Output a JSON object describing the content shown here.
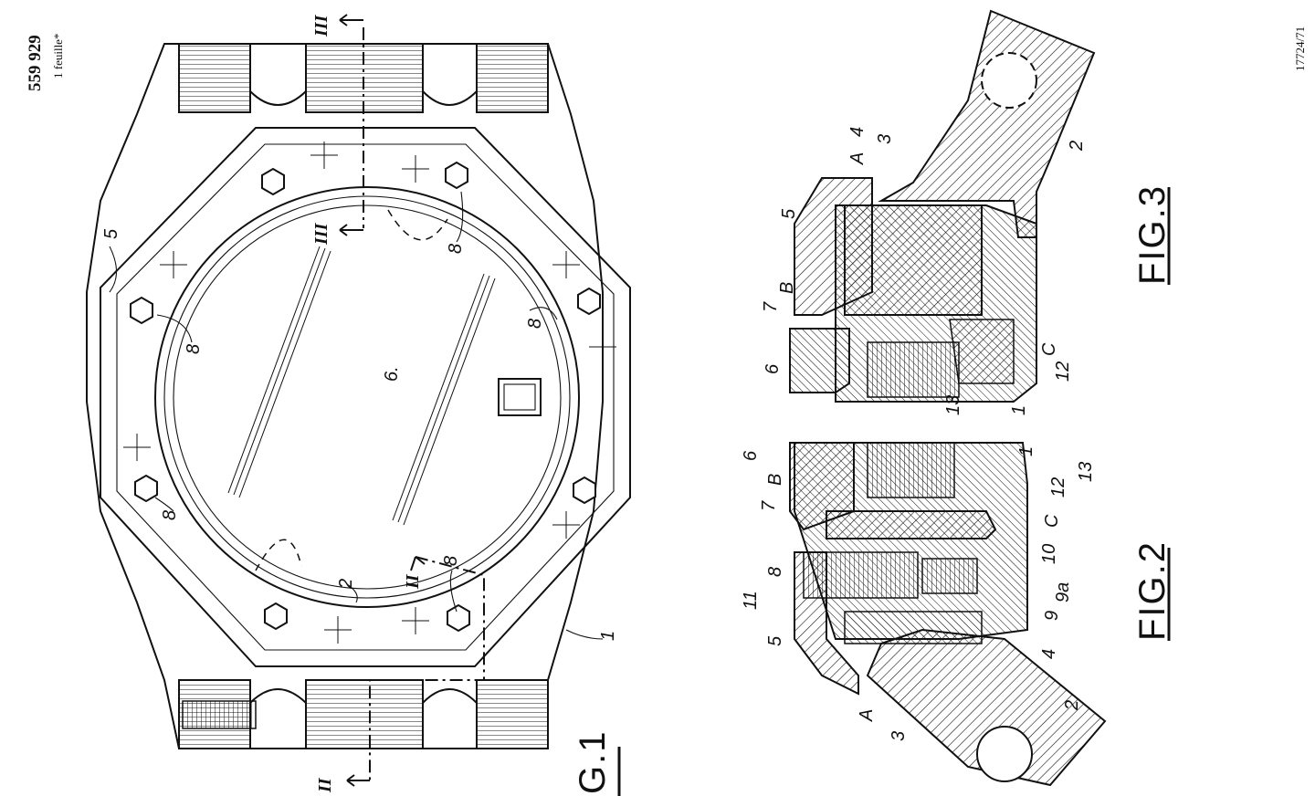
{
  "header": {
    "patent_number": "559 929",
    "sheet_note": "1 feuille*",
    "reference": "17724/71"
  },
  "figures": {
    "fig1": {
      "title": "G.1"
    },
    "fig2": {
      "title": "FIG.2"
    },
    "fig3": {
      "title": "FIG.3"
    }
  },
  "section_marks": {
    "ii": "II",
    "iii": "III"
  },
  "fig1_labels": {
    "case": "1",
    "ring": "2",
    "bezel": "5",
    "crystal": "6.",
    "screw": "8"
  },
  "fig2_labels": {
    "case": "1",
    "ring": "2",
    "part3": "3",
    "gasket4": "4",
    "bezel": "5",
    "crystal": "6",
    "part7": "7",
    "screw": "8",
    "nut9": "9",
    "nut9a": "9a",
    "part10": "10",
    "part11": "11",
    "part12": "12",
    "part13": "13",
    "A": "A",
    "B": "B",
    "C": "C"
  },
  "fig3_labels": {
    "case": "1",
    "ring": "2",
    "part3": "3",
    "gasket4": "4",
    "bezel": "5",
    "crystal": "6",
    "part7": "7",
    "part12": "12",
    "part13": "13",
    "A": "A",
    "B": "B",
    "C": "C"
  },
  "colors": {
    "ink": "#111111",
    "paper": "#ffffff"
  }
}
